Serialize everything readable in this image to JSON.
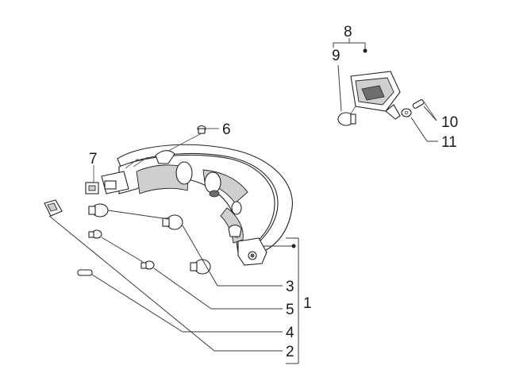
{
  "diagram": {
    "labels": {
      "p1": "1",
      "p2": "2",
      "p3": "3",
      "p4": "4",
      "p5": "5",
      "p6": "6",
      "p7": "7",
      "p8": "8",
      "p9": "9",
      "p10": "10",
      "p11": "11"
    }
  }
}
